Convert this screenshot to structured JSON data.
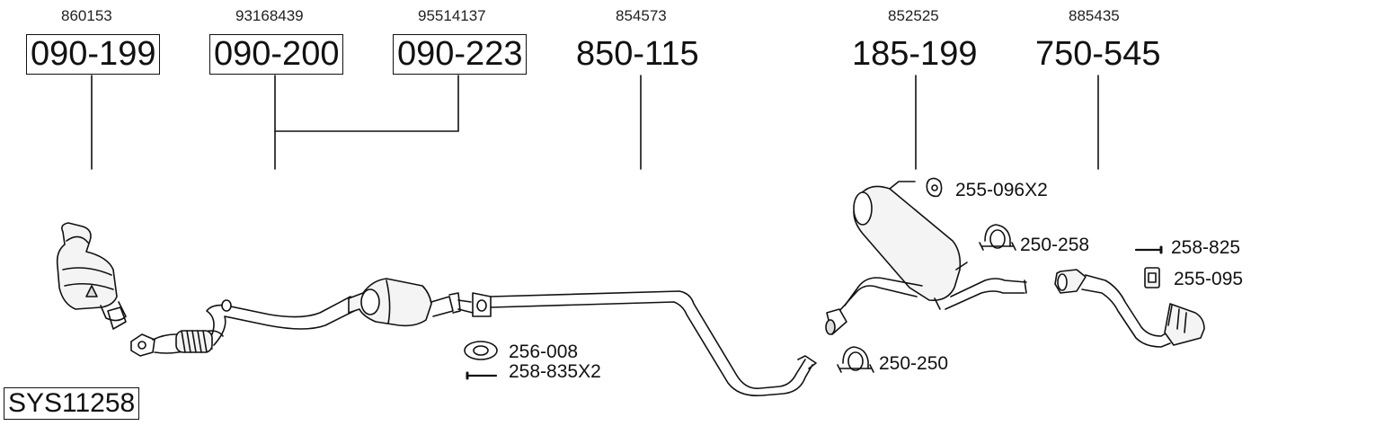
{
  "system_code": "SYS11258",
  "parts": [
    {
      "oe": "860153",
      "part": "090-199",
      "boxed": true
    },
    {
      "oe": "93168439",
      "part": "090-200",
      "boxed": true
    },
    {
      "oe": "95514137",
      "part": "090-223",
      "boxed": true
    },
    {
      "oe": "854573",
      "part": "850-115",
      "boxed": false
    },
    {
      "oe": "852525",
      "part": "185-199",
      "boxed": false
    },
    {
      "oe": "885435",
      "part": "750-545",
      "boxed": false
    }
  ],
  "accessories": [
    {
      "label": "255-096X2",
      "icon": "gasket-ring-icon"
    },
    {
      "label": "250-258",
      "icon": "clamp-icon"
    },
    {
      "label": "258-825",
      "icon": "bolt-icon"
    },
    {
      "label": "255-095",
      "icon": "rubber-mount-icon"
    },
    {
      "label": "256-008",
      "icon": "flange-gasket-icon"
    },
    {
      "label": "258-835X2",
      "icon": "bolt-icon"
    },
    {
      "label": "250-250",
      "icon": "clamp-icon"
    }
  ]
}
